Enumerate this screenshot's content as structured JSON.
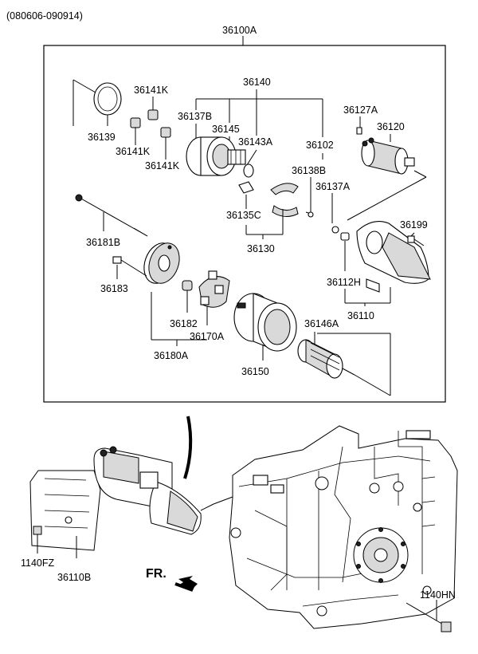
{
  "date_range": "(080606-090914)",
  "callouts": {
    "p36100A": "36100A",
    "p36140": "36140",
    "p36141K_a": "36141K",
    "p36137B": "36137B",
    "p36145": "36145",
    "p36139": "36139",
    "p36141K_b": "36141K",
    "p36143A": "36143A",
    "p36141K_c": "36141K",
    "p36127A": "36127A",
    "p36120": "36120",
    "p36102": "36102",
    "p36138B": "36138B",
    "p36137A": "36137A",
    "p36135C": "36135C",
    "p36130": "36130",
    "p36181B": "36181B",
    "p36199": "36199",
    "p36183": "36183",
    "p36112H": "36112H",
    "p36110": "36110",
    "p36182": "36182",
    "p36146A": "36146A",
    "p36170A": "36170A",
    "p36180A": "36180A",
    "p36150": "36150",
    "p1140FZ": "1140FZ",
    "p36110B": "36110B",
    "p1140HN": "1140HN"
  },
  "direction_marker": "FR."
}
